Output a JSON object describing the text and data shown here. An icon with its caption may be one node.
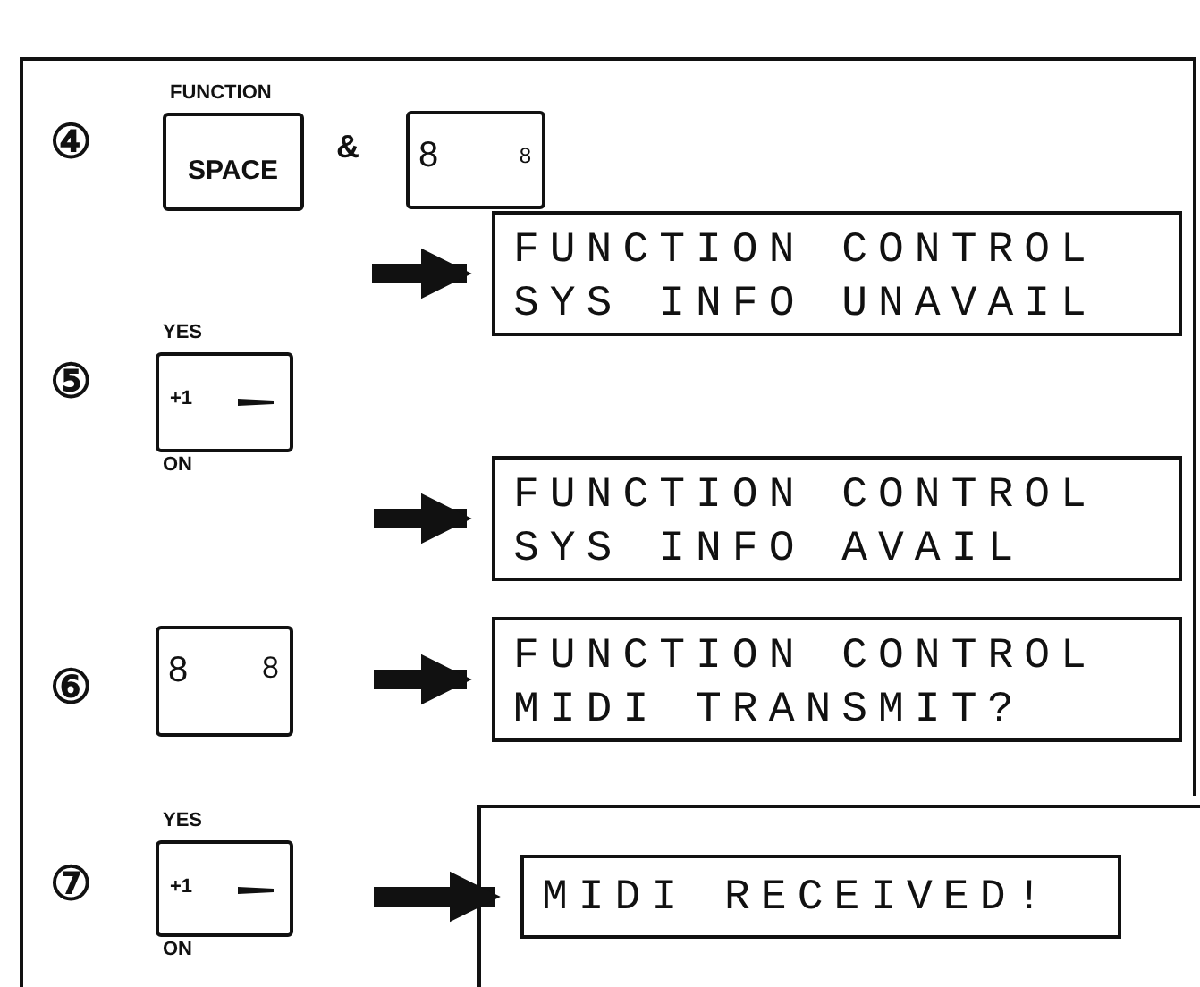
{
  "diagram": {
    "nodes": [
      {
        "text": [
          "SPACE"
        ],
        "beside": [
          "FUNCTION"
        ]
      },
      {
        "text": [
          "8",
          "8"
        ]
      },
      {
        "text": [
          "FUNCTION CONTROL SYS INFO UNAVAIL"
        ]
      },
      {
        "text": [
          "+1"
        ],
        "beside": [
          "YES",
          "ON"
        ]
      },
      {
        "text": [
          "FUNCTION CONTROL SYS INFO AVAIL"
        ]
      },
      {
        "text": [
          "8",
          "8"
        ]
      },
      {
        "text": [
          "FUNCTION CONTROL MIDI TRANSMIT?"
        ]
      },
      {
        "text": [
          "+1"
        ],
        "beside": [
          "YES",
          "ON"
        ]
      },
      {
        "text": [
          "MIDI RECEIVED!"
        ]
      }
    ],
    "edges": [
      {
        "from": null,
        "to": 2,
        "arrow": "to"
      },
      {
        "from": 3,
        "to": 4,
        "arrow": "to"
      },
      {
        "from": 5,
        "to": 6,
        "arrow": "to"
      },
      {
        "from": 7,
        "to": 8,
        "arrow": "to"
      }
    ],
    "labels": [
      "④",
      "&",
      "⑤",
      "⑥",
      "⑦"
    ]
  }
}
